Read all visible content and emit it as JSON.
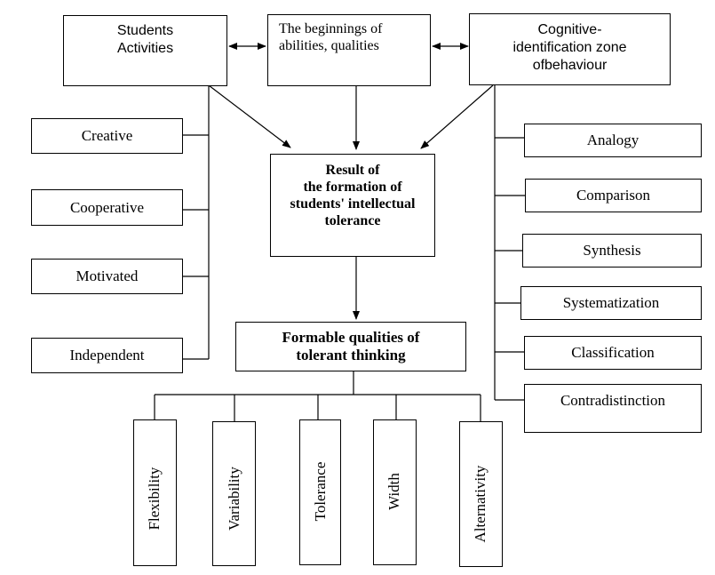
{
  "top": {
    "students_activities": "Students\nActivities",
    "beginnings": "The beginnings of\nabilities, qualities",
    "cognitive": "Cognitive-\nidentification  zone\nofbehaviour"
  },
  "activities": [
    "Creative",
    "Cooperative",
    "Motivated",
    "Independent"
  ],
  "result": "Result of\nthe formation of\nstudents' intellectual\ntolerance",
  "formable": "Formable qualities of\ntolerant thinking",
  "operations": [
    "Analogy",
    "Comparison",
    "Synthesis",
    "Systematization",
    "Classification",
    "Contradistinction"
  ],
  "qualities": [
    "Flexibility",
    "Variability",
    "Tolerance",
    "Width",
    "Alternativity"
  ]
}
